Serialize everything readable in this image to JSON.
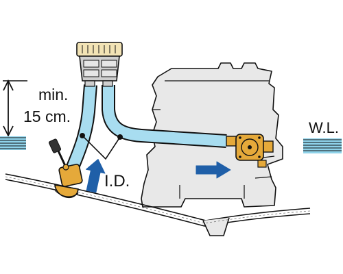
{
  "labels": {
    "min_line1": "min.",
    "min_line2": "15 cm.",
    "inner_diameter": "I.D.",
    "waterline": "W.L."
  },
  "colors": {
    "hose": "#a8ddf0",
    "water": "#8fd3ea",
    "arrow": "#1f5fa8",
    "engine": "#e8e8e8",
    "bronze": "#e5a93a",
    "strainer_cap": "#f2e3b5",
    "strainer_body": "#cfcfcf",
    "outline": "#111111"
  },
  "icons": {
    "flow_arrow_up": "arrow-up-icon",
    "flow_arrow_right": "arrow-right-icon",
    "dimension_arrow": "double-arrow-vertical-icon"
  }
}
